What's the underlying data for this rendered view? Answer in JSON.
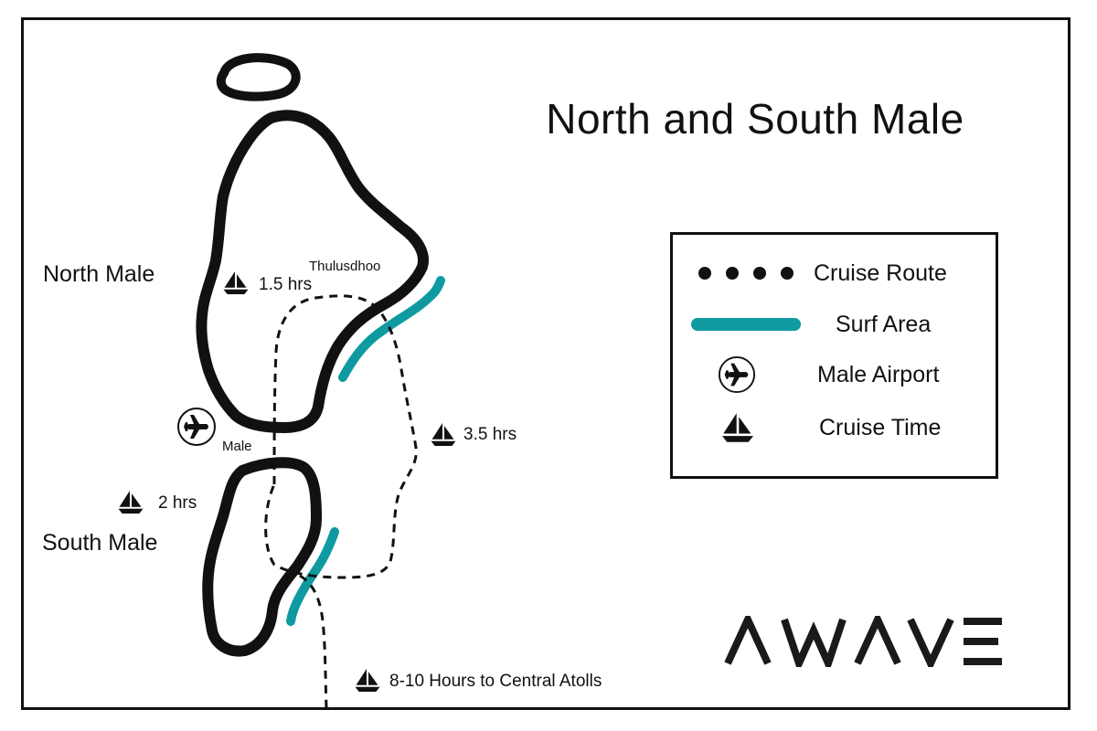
{
  "title": "North and South Male",
  "colors": {
    "surf": "#0e9aa0",
    "ink": "#111111",
    "background": "#ffffff"
  },
  "regions": {
    "north": "North Male",
    "south": "South Male"
  },
  "places": {
    "thulusdhoo": "Thulusdhoo",
    "male": "Male"
  },
  "cruise_times": {
    "north_leg": "1.5 hrs",
    "loop": "3.5 hrs",
    "south_leg": "2 hrs",
    "central": "8-10 Hours to Central Atolls"
  },
  "legend": {
    "cruise_route": "Cruise Route",
    "surf_area": "Surf Area",
    "airport": "Male Airport",
    "cruise_time": "Cruise Time"
  },
  "icons": {
    "boat": "sailboat-icon",
    "airport": "airplane-in-circle-icon"
  },
  "brand": "AWAVE"
}
